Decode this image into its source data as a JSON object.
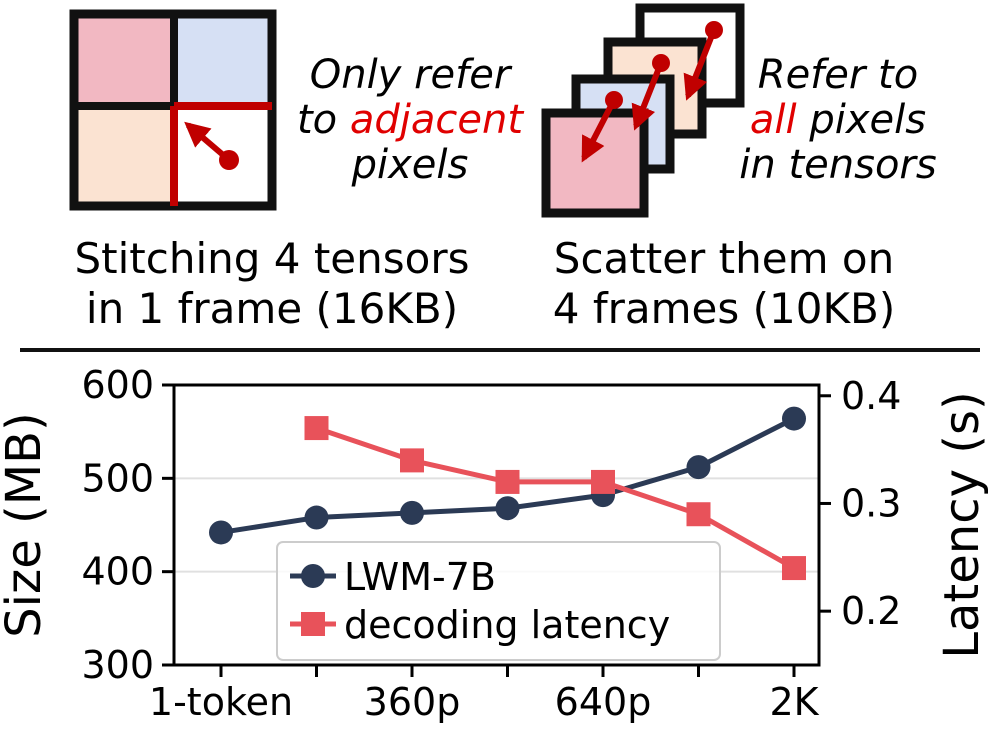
{
  "top": {
    "left_annotation": {
      "line1": "Only refer",
      "line2_pre": "to ",
      "line2_hl": "adjacent",
      "line3": "pixels"
    },
    "right_annotation": {
      "line1": "Refer to",
      "line2_hl": "all",
      "line2_post": " pixels",
      "line3": "in tensors"
    },
    "left_caption": {
      "line1": "Stitching 4 tensors",
      "line2": "in 1 frame (16KB)"
    },
    "right_caption": {
      "line1": "Scatter them on",
      "line2": "4 frames (10KB)"
    },
    "colors": {
      "pink": "#f2b8c2",
      "blue": "#d6e0f4",
      "peach": "#fbe3d2",
      "red": "#c00000",
      "highlight": "#e00000"
    }
  },
  "chart_data": {
    "type": "line",
    "x": [
      0,
      1,
      2,
      3,
      4,
      5,
      6
    ],
    "xticks": [
      0,
      1,
      2,
      3,
      4,
      5,
      6
    ],
    "xtick_labels": [
      "1-token",
      "",
      "360p",
      "",
      "640p",
      "",
      "2K"
    ],
    "ylabel": "Size (MB)",
    "ylim": [
      300,
      600
    ],
    "yticks": [
      300,
      400,
      500,
      600
    ],
    "y2label": "Latency (s)",
    "y2lim": [
      0.15,
      0.41
    ],
    "y2ticks": [
      0.2,
      0.3,
      0.4
    ],
    "series": [
      {
        "name": "LWM-7B",
        "axis": "left",
        "marker": "circle",
        "color": "#2b3a55",
        "x": [
          0,
          1,
          2,
          3,
          4,
          5,
          6
        ],
        "values": [
          442,
          458,
          463,
          468,
          482,
          512,
          564
        ]
      },
      {
        "name": "decoding latency",
        "axis": "right",
        "marker": "square",
        "color": "#e8525a",
        "x": [
          1,
          2,
          3,
          4,
          5,
          6
        ],
        "values": [
          0.37,
          0.34,
          0.32,
          0.32,
          0.29,
          0.24
        ]
      }
    ],
    "grid": true,
    "legend": "lower-center"
  }
}
